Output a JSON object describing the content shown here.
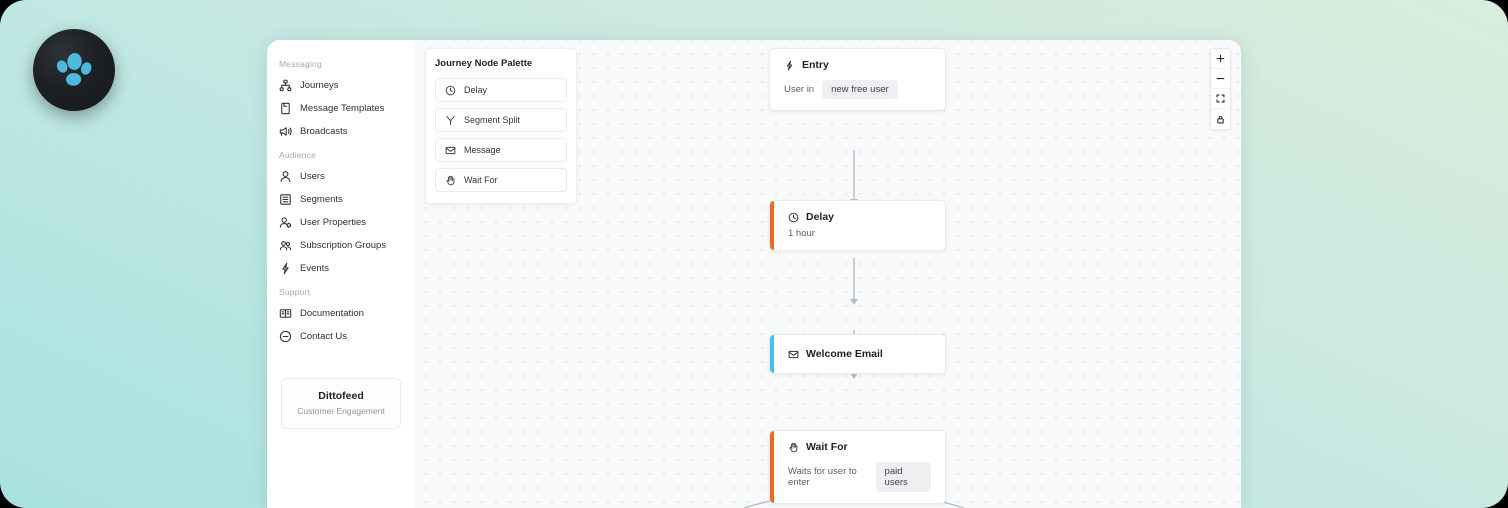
{
  "brand": {
    "logo_icon": "dittofeed-paw-logo",
    "name": "Dittofeed",
    "tagline": "Customer Engagement"
  },
  "sidebar": {
    "sections": [
      {
        "label": "Messaging",
        "items": [
          {
            "label": "Journeys",
            "icon": "sitemap-icon"
          },
          {
            "label": "Message Templates",
            "icon": "document-icon"
          },
          {
            "label": "Broadcasts",
            "icon": "megaphone-icon"
          }
        ]
      },
      {
        "label": "Audience",
        "items": [
          {
            "label": "Users",
            "icon": "user-icon"
          },
          {
            "label": "Segments",
            "icon": "segments-icon"
          },
          {
            "label": "User Properties",
            "icon": "user-properties-icon"
          },
          {
            "label": "Subscription Groups",
            "icon": "users-group-icon"
          },
          {
            "label": "Events",
            "icon": "lightning-icon"
          }
        ]
      },
      {
        "label": "Support",
        "items": [
          {
            "label": "Documentation",
            "icon": "book-icon"
          },
          {
            "label": "Contact Us",
            "icon": "chat-icon"
          }
        ]
      }
    ]
  },
  "palette": {
    "title": "Journey Node Palette",
    "items": [
      {
        "label": "Delay",
        "icon": "clock-icon"
      },
      {
        "label": "Segment Split",
        "icon": "fork-icon"
      },
      {
        "label": "Message",
        "icon": "envelope-icon"
      },
      {
        "label": "Wait For",
        "icon": "hand-icon"
      }
    ]
  },
  "journey": {
    "nodes": [
      {
        "id": "entry",
        "title": "Entry",
        "icon": "lightning-icon",
        "prefix": "User in",
        "chip": "new free user",
        "accent": null
      },
      {
        "id": "delay",
        "title": "Delay",
        "icon": "clock-icon",
        "prefix": "1 hour",
        "chip": null,
        "accent": "#ea6b28"
      },
      {
        "id": "welcome-email",
        "title": "Welcome Email",
        "icon": "envelope-icon",
        "prefix": null,
        "chip": null,
        "accent": "#43c3ea"
      },
      {
        "id": "wait-for",
        "title": "Wait For",
        "icon": "hand-icon",
        "prefix": "Waits for user to enter",
        "chip": "paid users",
        "accent": "#ea6b28"
      }
    ]
  },
  "zoom_controls": [
    {
      "name": "zoom-in",
      "icon": "plus-icon"
    },
    {
      "name": "zoom-out",
      "icon": "minus-icon"
    },
    {
      "name": "fit-view",
      "icon": "fit-view-icon"
    },
    {
      "name": "lock-canvas",
      "icon": "lock-icon"
    }
  ],
  "colors": {
    "accent_orange": "#ea6b28",
    "accent_cyan": "#43c3ea",
    "logo_cyan": "#4cb9dd",
    "canvas_bg": "#f8f9fa"
  }
}
